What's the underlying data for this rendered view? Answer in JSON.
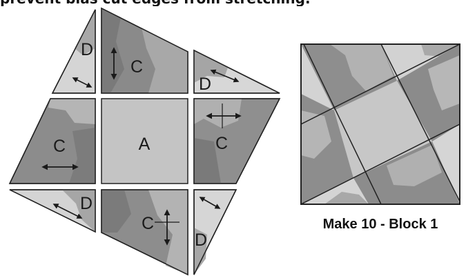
{
  "header": {
    "text": "prevent bias cut edges from stretching."
  },
  "pieces": {
    "a": "A",
    "c": "C",
    "d": "D"
  },
  "block": {
    "caption": "Make 10 - Block 1"
  },
  "colors": {
    "light_fabric": "#c8c8c8",
    "medium_fabric": "#a3a3a3",
    "dark_fabric": "#7e7e7e",
    "pale_fabric": "#e3e3e3",
    "outline": "#222222"
  }
}
